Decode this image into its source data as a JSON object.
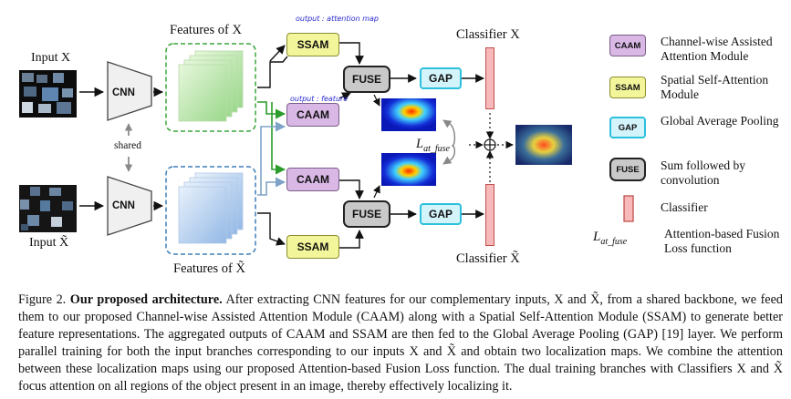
{
  "figure": {
    "input_x_label": "Input X",
    "input_xt_label": "Input X̃",
    "cnn_label": "CNN",
    "shared_label": "shared",
    "features_x_label": "Features of X",
    "features_xt_label": "Features of X̃",
    "ssam_label": "SSAM",
    "caam_label": "CAAM",
    "fuse_label": "FUSE",
    "gap_label": "GAP",
    "classifier_x_label": "Classifier X",
    "classifier_xt_label": "Classifier X̃",
    "loss_label": "L",
    "loss_subscript": "at_fuse",
    "handwritten_top": "output : attention map",
    "handwritten_mid": "output : feature"
  },
  "legend": [
    {
      "icon": "CAAM",
      "text": "Channel-wise Assisted Attention Module"
    },
    {
      "icon": "SSAM",
      "text": "Spatial Self-Attention Module"
    },
    {
      "icon": "GAP",
      "text": "Global Average Pooling"
    },
    {
      "icon": "FUSE",
      "text": "Sum followed by convolution"
    },
    {
      "icon": "",
      "text": "Classifier"
    },
    {
      "icon": "",
      "text": "Attention-based Fusion Loss function"
    }
  ],
  "caption": {
    "prefix": "Figure 2.",
    "bold": "Our proposed architecture.",
    "body": "After extracting CNN features for our complementary inputs, X and X̃, from a shared backbone, we feed them to our proposed Channel-wise Assisted Attention Module (CAAM) along with a Spatial Self-Attention Module (SSAM) to generate better feature representations. The aggregated outputs of CAAM and SSAM are then fed to the Global Average Pooling (GAP) [19] layer. We perform parallel training for both the input branches corresponding to our inputs X and X̃ and obtain two localization maps. We combine the attention between these localization maps using our proposed Attention-based Fusion Loss function. The dual training branches with Classifiers X and X̃ focus attention on all regions of the object present in an image, thereby effectively localizing it."
  },
  "colors": {
    "caam": "#d9b8e6",
    "ssam": "#f3f59a",
    "gap": "#d4f4fb",
    "fuse": "#c9c9c9",
    "classifier": "#f7b9b9",
    "green": "#2a9d2a",
    "blue_arrow": "#7fa3c7"
  }
}
